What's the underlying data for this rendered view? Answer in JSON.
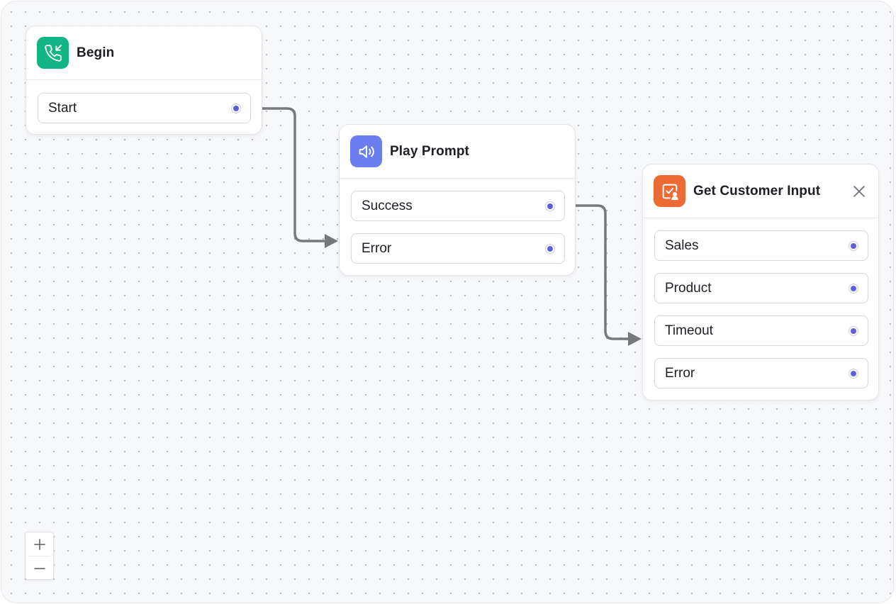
{
  "canvas": {
    "background": "#f7f8fa",
    "dot_color": "#b9bcc4"
  },
  "nodes": {
    "begin": {
      "title": "Begin",
      "icon": "phone-incoming-icon",
      "icon_color": "#13b585",
      "ports": [
        {
          "label": "Start"
        }
      ]
    },
    "play_prompt": {
      "title": "Play Prompt",
      "icon": "speaker-icon",
      "icon_color": "#6a7ef0",
      "ports": [
        {
          "label": "Success"
        },
        {
          "label": "Error"
        }
      ]
    },
    "get_customer_input": {
      "title": "Get Customer Input",
      "icon": "checklist-user-icon",
      "icon_color": "#ec6a33",
      "close_icon": "close-icon",
      "ports": [
        {
          "label": "Sales"
        },
        {
          "label": "Product"
        },
        {
          "label": "Timeout"
        },
        {
          "label": "Error"
        }
      ]
    }
  },
  "connections": [
    {
      "from": "Begin.Start",
      "to": "Play Prompt"
    },
    {
      "from": "Play Prompt.Success",
      "to": "Get Customer Input"
    }
  ],
  "colors": {
    "handle": "#5b5fdc",
    "edge": "#77787c"
  },
  "zoom_controls": {
    "zoom_in_icon": "plus-icon",
    "zoom_out_icon": "minus-icon"
  }
}
